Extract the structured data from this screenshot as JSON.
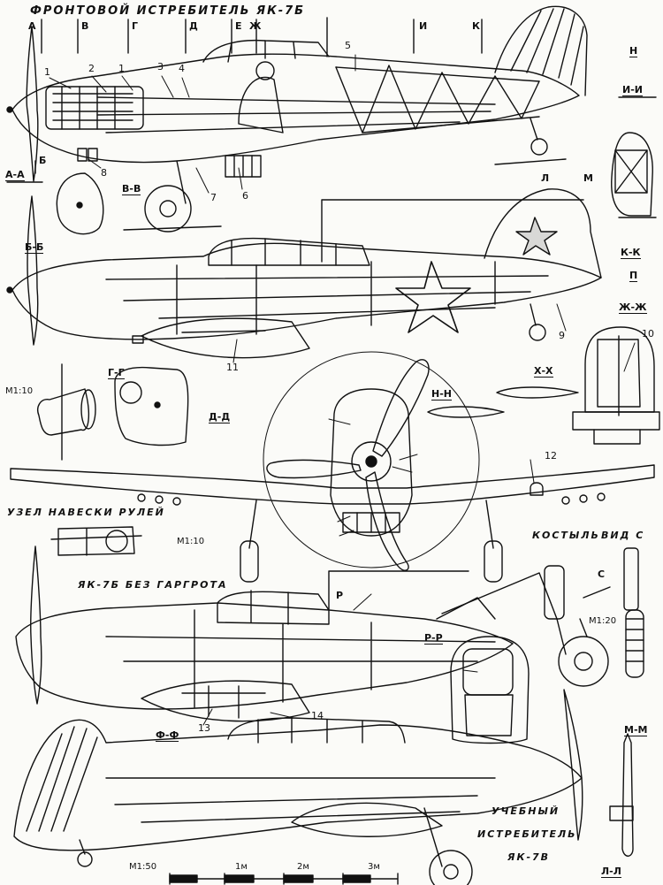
{
  "title": "ФРОНТОВОЙ ИСТРЕБИТЕЛЬ ЯК-7Б",
  "station_letters": [
    "А",
    "В",
    "Г",
    "Д",
    "Е",
    "Ж",
    "И",
    "К",
    "Н",
    "Б",
    "Л",
    "М",
    "П",
    "Р",
    "С"
  ],
  "sections": {
    "aa": "А-А",
    "bb": "Б-Б",
    "vv": "В-В",
    "gg": "Г-Г",
    "dd": "Д-Д",
    "ii": "И-И",
    "kk": "К-К",
    "zhzh": "Ж-Ж",
    "xx": "Х-Х",
    "nn": "Н-Н",
    "rr": "Р-Р",
    "ff": "Ф-Ф",
    "mm": "М-М",
    "ll": "Л-Л"
  },
  "part_numbers": [
    "1",
    "2",
    "1",
    "3",
    "4",
    "5",
    "6",
    "7",
    "8",
    "9",
    "10",
    "11",
    "12",
    "13",
    "14"
  ],
  "scales": {
    "m10a": "М1:10",
    "m10b": "М1:10",
    "m20": "М1:20",
    "m50": "М1:50"
  },
  "scale_bar": {
    "unit_labels": [
      "1м",
      "2м",
      "3м"
    ]
  },
  "captions": {
    "hinge": "УЗЕЛ НАВЕСКИ РУЛЕЙ",
    "no_gargrot": "ЯК-7Б БЕЗ ГАРГРОТА",
    "tailskid": "КОСТЫЛЬ",
    "view_c": "ВИД С",
    "trainer_1": "УЧЕБНЫЙ",
    "trainer_2": "ИСТРЕБИТЕЛЬ",
    "trainer_3": "ЯК-7В"
  }
}
